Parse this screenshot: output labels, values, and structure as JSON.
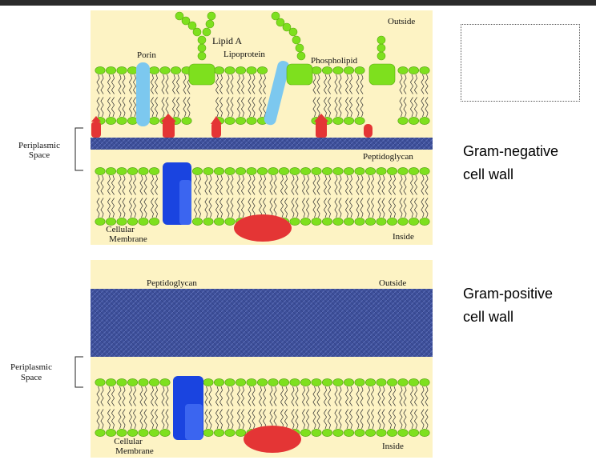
{
  "top_panel": {
    "labels": {
      "outside": "Outside",
      "porin": "Porin",
      "lipid_a": "Lipid A",
      "lipoprotein": "Lipoprotein",
      "phospholipid": "Phospholipid",
      "periplasmic_line1": "Periplasmic",
      "periplasmic_line2": "Space",
      "peptidoglycan": "Peptidoglycan",
      "cellular_line1": "Cellular",
      "cellular_line2": "Membrane",
      "inside": "Inside"
    }
  },
  "bottom_panel": {
    "labels": {
      "peptidoglycan": "Peptidoglycan",
      "outside": "Outside",
      "periplasmic_line1": "Periplasmic",
      "periplasmic_line2": "Space",
      "cellular_line1": "Cellular",
      "cellular_line2": "Membrane",
      "inside": "Inside"
    }
  },
  "captions": {
    "gram_negative_line1": "Gram-negative",
    "gram_negative_line2": "cell wall",
    "gram_positive_line1": "Gram-positive",
    "gram_positive_line2": "cell wall"
  },
  "colors": {
    "panel_bg": "#fdf3c4",
    "lipid_head": "#7ee01e",
    "peptidoglycan": "#3d4f9a",
    "porin": "#7cc8ef",
    "membrane_protein": "#1a44e0",
    "red_protein": "#e43535"
  }
}
